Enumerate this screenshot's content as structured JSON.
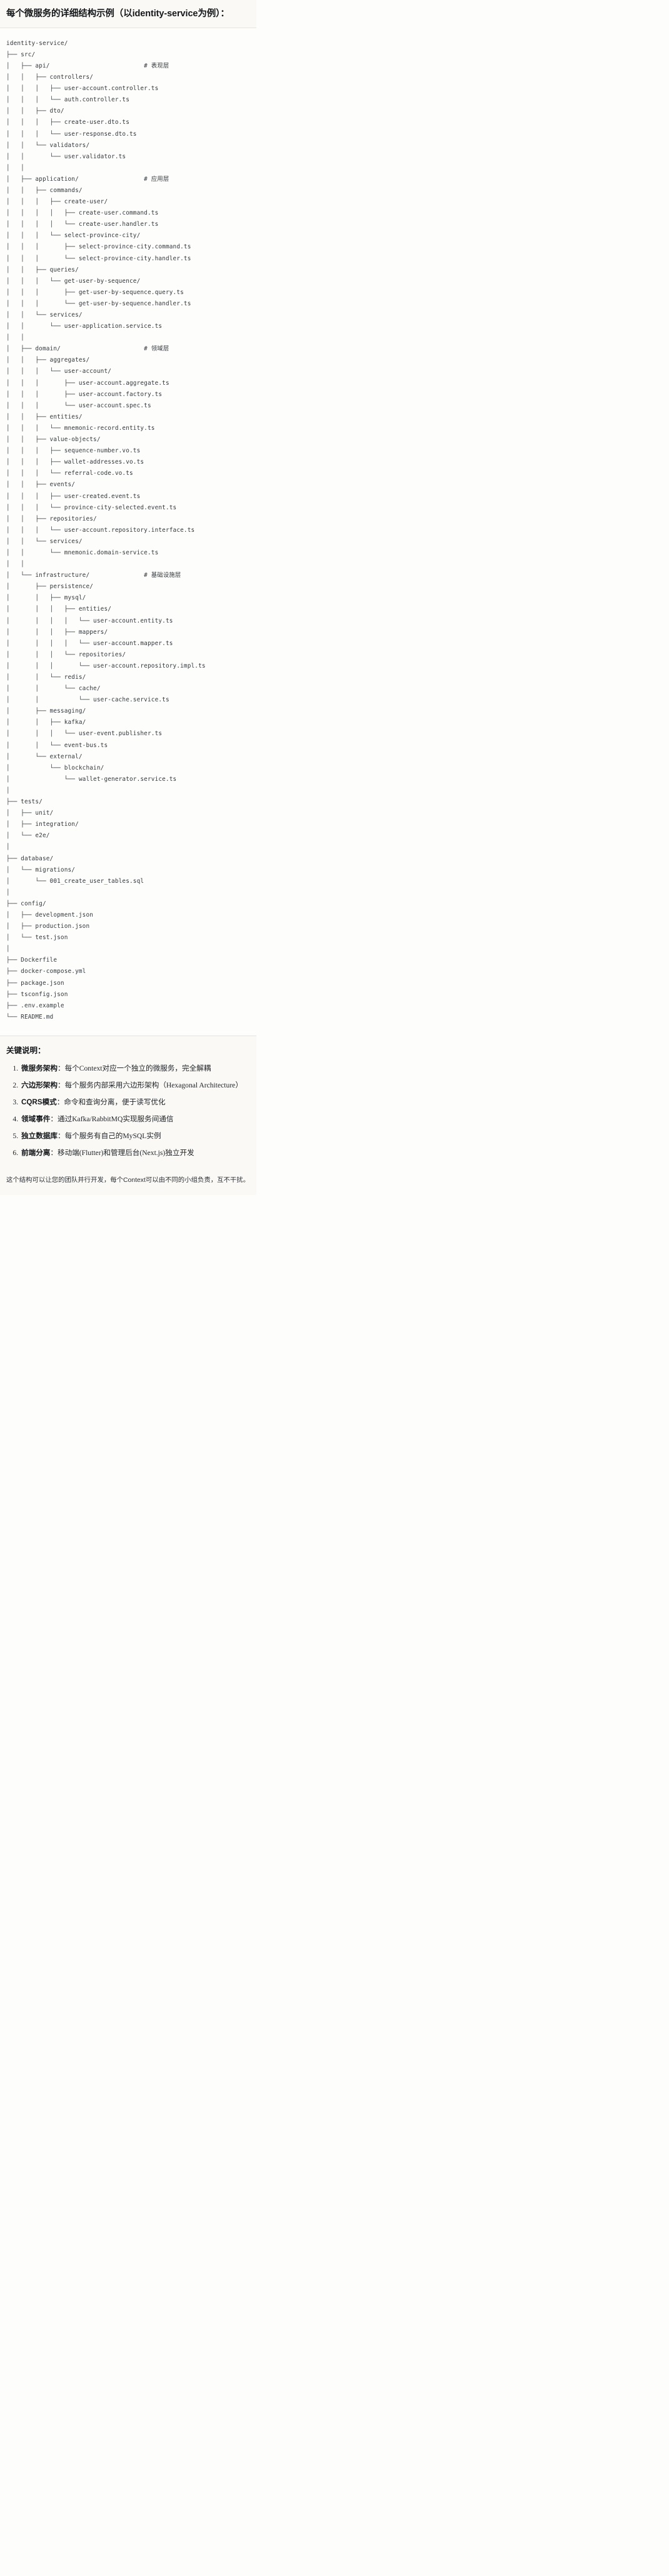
{
  "heading": {
    "text": "每个微服务的详细结构示例（以identity-service为例）："
  },
  "tree": {
    "root": "identity-service/",
    "text": "identity-service/\n├── src/\n│   ├── api/                          # 表现层\n│   │   ├── controllers/\n│   │   │   ├── user-account.controller.ts\n│   │   │   └── auth.controller.ts\n│   │   ├── dto/\n│   │   │   ├── create-user.dto.ts\n│   │   │   └── user-response.dto.ts\n│   │   └── validators/\n│   │       └── user.validator.ts\n│   │\n│   ├── application/                  # 应用层\n│   │   ├── commands/\n│   │   │   ├── create-user/\n│   │   │   │   ├── create-user.command.ts\n│   │   │   │   └── create-user.handler.ts\n│   │   │   └── select-province-city/\n│   │   │       ├── select-province-city.command.ts\n│   │   │       └── select-province-city.handler.ts\n│   │   ├── queries/\n│   │   │   └── get-user-by-sequence/\n│   │   │       ├── get-user-by-sequence.query.ts\n│   │   │       └── get-user-by-sequence.handler.ts\n│   │   └── services/\n│   │       └── user-application.service.ts\n│   │\n│   ├── domain/                       # 领域层\n│   │   ├── aggregates/\n│   │   │   └── user-account/\n│   │   │       ├── user-account.aggregate.ts\n│   │   │       ├── user-account.factory.ts\n│   │   │       └── user-account.spec.ts\n│   │   ├── entities/\n│   │   │   └── mnemonic-record.entity.ts\n│   │   ├── value-objects/\n│   │   │   ├── sequence-number.vo.ts\n│   │   │   ├── wallet-addresses.vo.ts\n│   │   │   └── referral-code.vo.ts\n│   │   ├── events/\n│   │   │   ├── user-created.event.ts\n│   │   │   └── province-city-selected.event.ts\n│   │   ├── repositories/\n│   │   │   └── user-account.repository.interface.ts\n│   │   └── services/\n│   │       └── mnemonic.domain-service.ts\n│   │\n│   └── infrastructure/               # 基础设施层\n│       ├── persistence/\n│       │   ├── mysql/\n│       │   │   ├── entities/\n│       │   │   │   └── user-account.entity.ts\n│       │   │   ├── mappers/\n│       │   │   │   └── user-account.mapper.ts\n│       │   │   └── repositories/\n│       │   │       └── user-account.repository.impl.ts\n│       │   └── redis/\n│       │       └── cache/\n│       │           └── user-cache.service.ts\n│       ├── messaging/\n│       │   ├── kafka/\n│       │   │   └── user-event.publisher.ts\n│       │   └── event-bus.ts\n│       └── external/\n│           └── blockchain/\n│               └── wallet-generator.service.ts\n│\n├── tests/\n│   ├── unit/\n│   ├── integration/\n│   └── e2e/\n│\n├── database/\n│   └── migrations/\n│       └── 001_create_user_tables.sql\n│\n├── config/\n│   ├── development.json\n│   ├── production.json\n│   └── test.json\n│\n├── Dockerfile\n├── docker-compose.yml\n├── package.json\n├── tsconfig.json\n├── .env.example\n└── README.md",
    "layer_comments": [
      {
        "path": "api/",
        "comment": "# 表现层"
      },
      {
        "path": "application/",
        "comment": "# 应用层"
      },
      {
        "path": "domain/",
        "comment": "# 领域层"
      },
      {
        "path": "infrastructure/",
        "comment": "# 基础设施层"
      }
    ]
  },
  "notes": {
    "title": "关键说明：",
    "items": [
      {
        "term": "微服务架构",
        "sep": "：",
        "desc": "每个Context对应一个独立的微服务，完全解耦"
      },
      {
        "term": "六边形架构",
        "sep": "：",
        "desc": "每个服务内部采用六边形架构（Hexagonal Architecture）"
      },
      {
        "term": "CQRS模式",
        "sep": "：",
        "desc": "命令和查询分离，便于读写优化"
      },
      {
        "term": "领域事件",
        "sep": "：",
        "desc": "通过Kafka/RabbitMQ实现服务间通信"
      },
      {
        "term": "独立数据库",
        "sep": "：",
        "desc": "每个服务有自己的MySQL实例"
      },
      {
        "term": "前端分离",
        "sep": "：",
        "desc": "移动端(Flutter)和管理后台(Next.js)独立开发"
      }
    ]
  },
  "closing": {
    "text": "这个结构可以让您的团队并行开发，每个Context可以由不同的小组负责，互不干扰。"
  },
  "colors": {
    "background": "#fdfdfb",
    "panel": "#faf9f6",
    "text": "#1f2328",
    "code_text": "#33383d",
    "rule": "#e6e4de"
  }
}
